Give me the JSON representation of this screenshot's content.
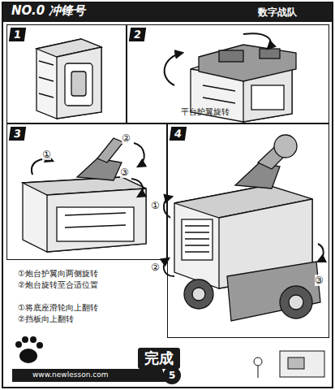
{
  "diagram": {
    "title": "NO.0 冲锋号",
    "nodes": [
      {
        "text": [
          "1"
        ]
      },
      {
        "text": [
          "2",
          "平台护翼旋转"
        ]
      },
      {
        "text": [
          "3"
        ]
      },
      {
        "text": [
          "4"
        ]
      },
      {
        "text": [
          "完成"
        ]
      }
    ],
    "labels": [
      "数字战队",
      "①",
      "②",
      "③",
      "①",
      "②",
      "③",
      "①炮台护翼向两侧旋转",
      "②炮台旋转至合适位置",
      "①将底座滑轮向上翻转",
      "②挡板向上翻转",
      "www.newlesson.com",
      "5"
    ]
  }
}
